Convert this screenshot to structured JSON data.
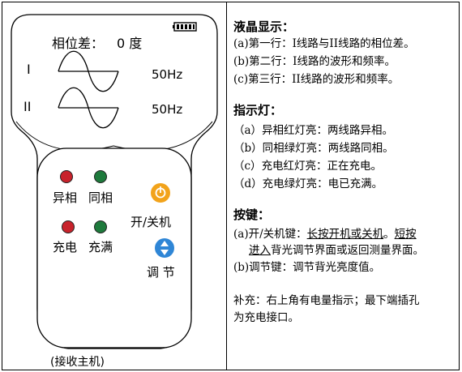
{
  "device": {
    "phase_diff_label": "相位差：",
    "phase_diff_value": "0 度",
    "line1_label": "I",
    "line2_label": "II",
    "freq1": "50Hz",
    "freq2": "50Hz",
    "led_yixiang": "异相",
    "led_tongxiang": "同相",
    "led_chongdian": "充电",
    "led_chongman": "充满",
    "power_label": "开/关机",
    "adjust_label": "调 节",
    "caption": "(接收主机)",
    "colors": {
      "red": "#c8232c",
      "green": "#1e7a3c",
      "orange": "#f2a31b",
      "blue": "#2f86d6"
    }
  },
  "lcd_section": {
    "title": "液晶显示：",
    "items": [
      "(a)第一行：I线路与II线路的相位差。",
      "(b)第二行：I线路的波形和频率。",
      "(c)第三行：II线路的波形和频率。"
    ]
  },
  "indicator_section": {
    "title": "指示灯：",
    "items": [
      {
        "tag": "（a）",
        "text": "异相红灯亮：两线路异相。"
      },
      {
        "tag": "（b）",
        "text": "同相绿灯亮：两线路同相。"
      },
      {
        "tag": "（c）",
        "text": "充电红灯亮：正在充电。"
      },
      {
        "tag": "（d）",
        "text": "充电绿灯亮：电已充满。"
      }
    ]
  },
  "keys_section": {
    "title": "按键：",
    "a_prefix": "(a)开/关机键：",
    "a_underlined_1": "长按开机或关机",
    "a_mid": "。",
    "a_underlined_2": "短按",
    "a_line2_underlined": "进入",
    "a_line2_rest": "背光调节界面或返回测量界面。",
    "b_text": "(b)调节键：调节背光亮度值。"
  },
  "note": {
    "line1": "补充：右上角有电量指示；最下端插孔",
    "line2": "为充电接口。"
  }
}
